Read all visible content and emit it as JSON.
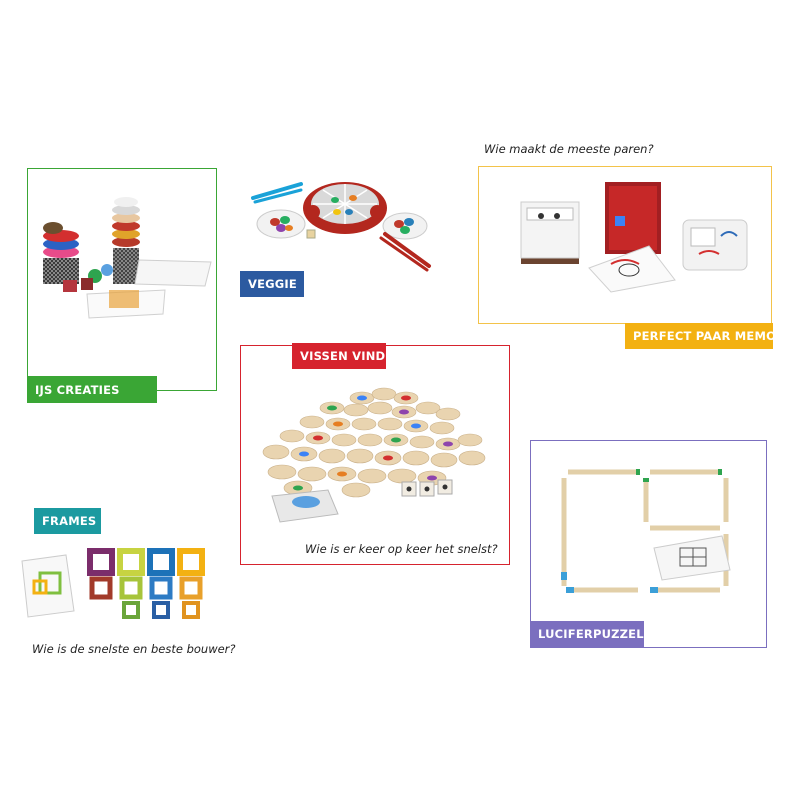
{
  "panels": {
    "ijs": {
      "label": "IJS CREATIES",
      "color": "#3aa635"
    },
    "veggie": {
      "label": "VEGGIE",
      "color": "#2c5aa0"
    },
    "memo": {
      "label": "PERFECT PAAR MEMO",
      "color": "#f3b112",
      "tagline": "Wie maakt de meeste paren?",
      "frame_color": "#f3c34a"
    },
    "vissen": {
      "label": "VISSEN VINDEN",
      "color": "#d6232e",
      "tagline": "Wie is er keer op keer het snelst?",
      "frame_color": "#d6232e"
    },
    "frames": {
      "label": "FRAMES",
      "color": "#1b9aa0",
      "tagline": "Wie is de snelste en beste bouwer?"
    },
    "lucifer": {
      "label": "LUCIFERPUZZEL",
      "color": "#7b6fbf",
      "frame_color": "#7b6fbf"
    }
  }
}
